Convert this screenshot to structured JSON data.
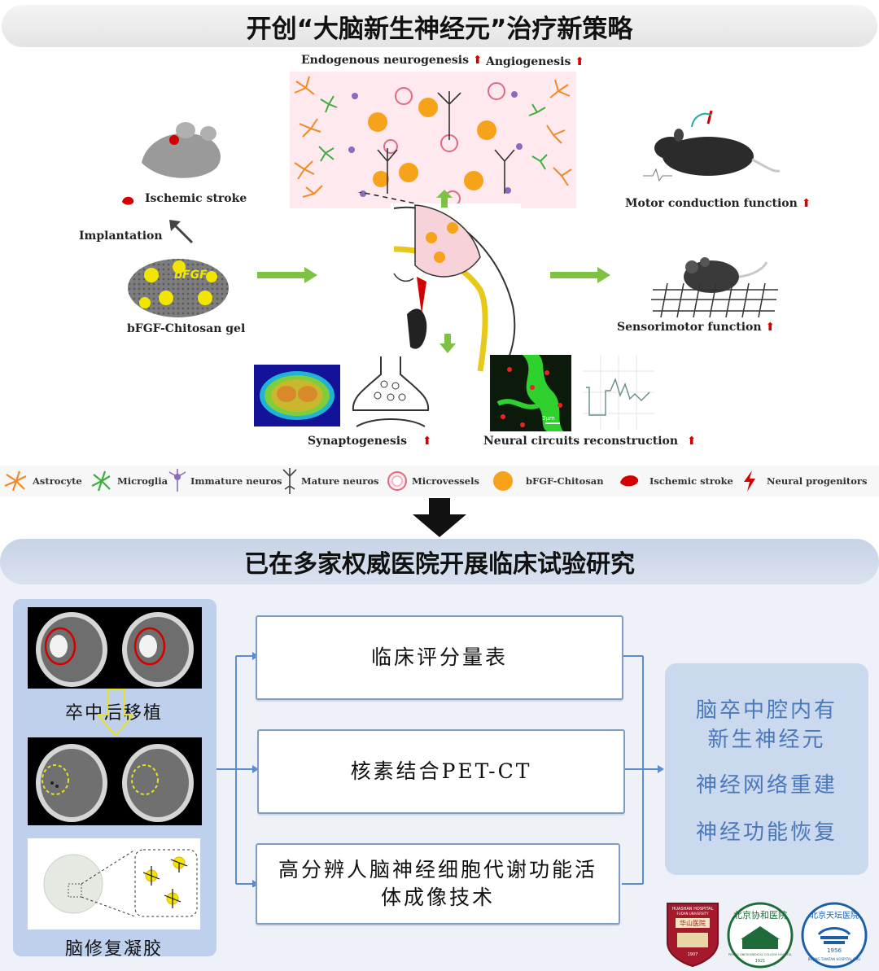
{
  "top_title": "开创“大脑新生神经元”治疗新策略",
  "diagram": {
    "endogenous": "Endogenous neurogenesis",
    "angiogenesis": "Angiogenesis",
    "ischemic_stroke": "Ischemic stroke",
    "implantation": "Implantation",
    "bfgf": "bFGF",
    "gel": "bFGF-Chitosan gel",
    "motor": "Motor conduction function",
    "sensorimotor": "Sensorimotor function",
    "synaptogenesis": "Synaptogenesis",
    "neural_circuits": "Neural circuits reconstruction",
    "scale": "3μm",
    "up_arrow": "⬆"
  },
  "legend": [
    {
      "label": "Astrocyte",
      "icon": "astrocyte-icon",
      "color": "#f08a24"
    },
    {
      "label": "Microglia",
      "icon": "microglia-icon",
      "color": "#3fae3f"
    },
    {
      "label": "Immature neuros",
      "icon": "immature-neuron-icon",
      "color": "#8a6bbd"
    },
    {
      "label": "Mature neuros",
      "icon": "mature-neuron-icon",
      "color": "#444444"
    },
    {
      "label": "Microvessels",
      "icon": "microvessel-icon",
      "color": "#e06a80"
    },
    {
      "label": "bFGF-Chitosan",
      "icon": "bfgf-chitosan-icon",
      "color": "#f7a21b"
    },
    {
      "label": "Ischemic stroke",
      "icon": "ischemic-stroke-icon",
      "color": "#d40000"
    },
    {
      "label": "Neural progenitors",
      "icon": "neural-progenitor-icon",
      "color": "#d40000"
    }
  ],
  "sub_title": "已在多家权威医院开展临床试验研究",
  "left": {
    "caption_top": "卒中后移植",
    "caption_bottom": "脑修复凝胶"
  },
  "middle": [
    "临床评分量表",
    "核素结合PET-CT",
    "高分辨人脑神经细胞代谢功能活体成像技术"
  ],
  "right": [
    "脑卒中腔内有新生神经元",
    "神经网络重建",
    "神经功能恢复"
  ],
  "logos": {
    "huashan_top": "HUASHAN HOSPITAL",
    "huashan_sub": "FUDAN UNIVERSITY",
    "huashan_cn": "华山医院",
    "huashan_year": "1907",
    "xiehe_cn": "北京协和医院",
    "xiehe_en": "PEKING UNION MEDICAL COLLEGE HOSPITAL",
    "xiehe_year": "1921",
    "tiantan_cn": "北京天坛医院",
    "tiantan_year": "1956",
    "tiantan_en": "BEIJING TIANTAN HOSPITAL CMU"
  },
  "colors": {
    "arrow_green": "#7dc242",
    "red_accent": "#d40000",
    "panel_blue": "#bfd0ec",
    "right_text": "#4a78b8",
    "box_border": "#7d9dc6"
  }
}
